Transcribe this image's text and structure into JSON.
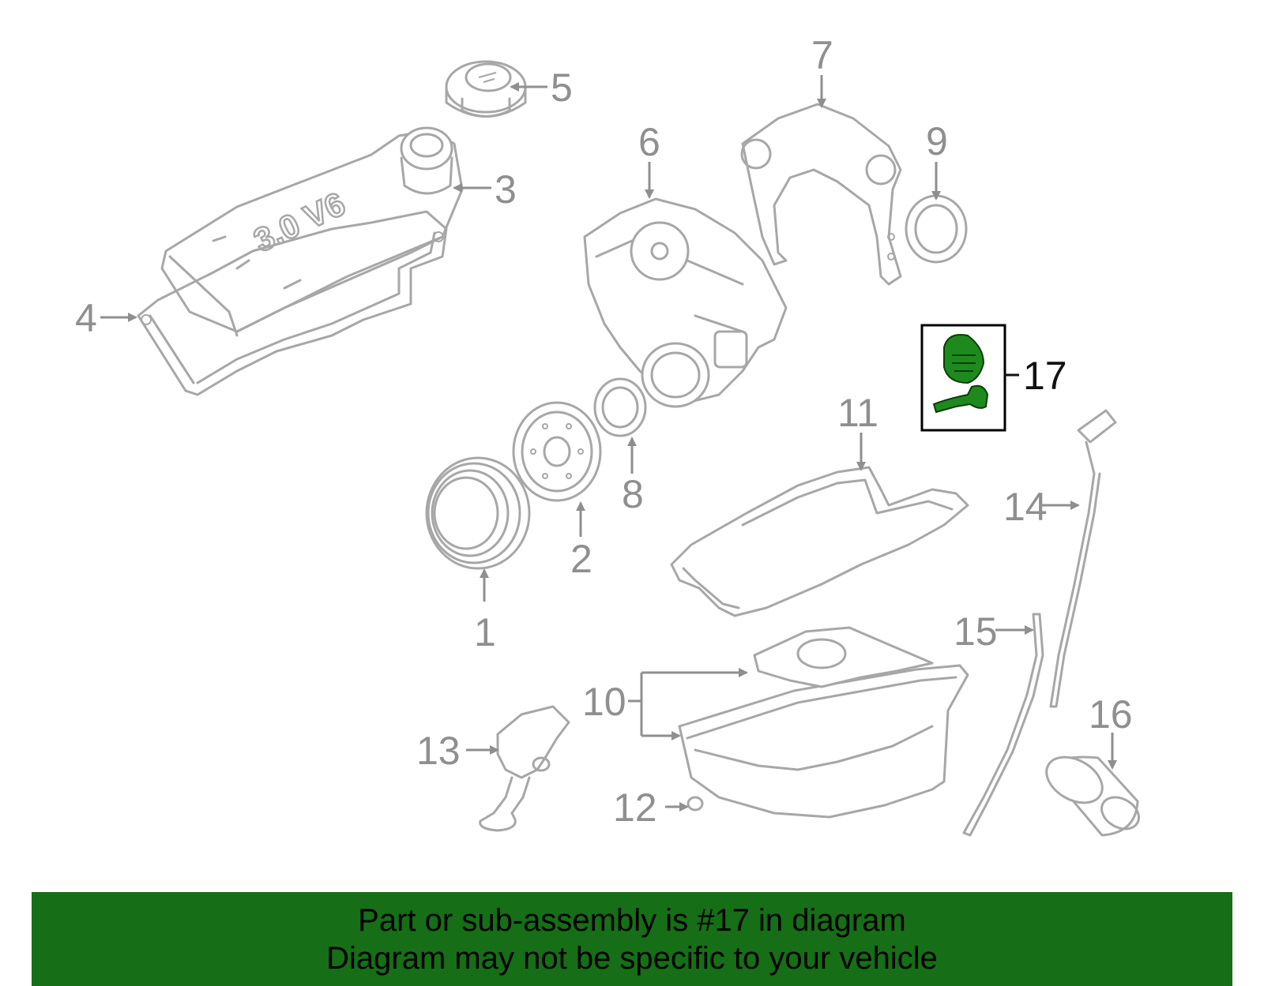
{
  "callouts": {
    "c1": "1",
    "c2": "2",
    "c3": "3",
    "c4": "4",
    "c5": "5",
    "c6": "6",
    "c7": "7",
    "c8": "8",
    "c9": "9",
    "c10": "10",
    "c11": "11",
    "c12": "12",
    "c13": "13",
    "c14": "14",
    "c15": "15",
    "c16": "16",
    "c17": "17"
  },
  "valve_cover_marking": "3.0 V6",
  "highlighted_part": "17",
  "colors": {
    "parts": "#a7a7a7",
    "callouts": "#8f8f8f",
    "highlight": "#1e8a1e",
    "banner": "#166e16"
  },
  "banner": {
    "line1": "Part or sub-assembly is #17 in diagram",
    "line2": "Diagram may not be specific to your vehicle"
  }
}
